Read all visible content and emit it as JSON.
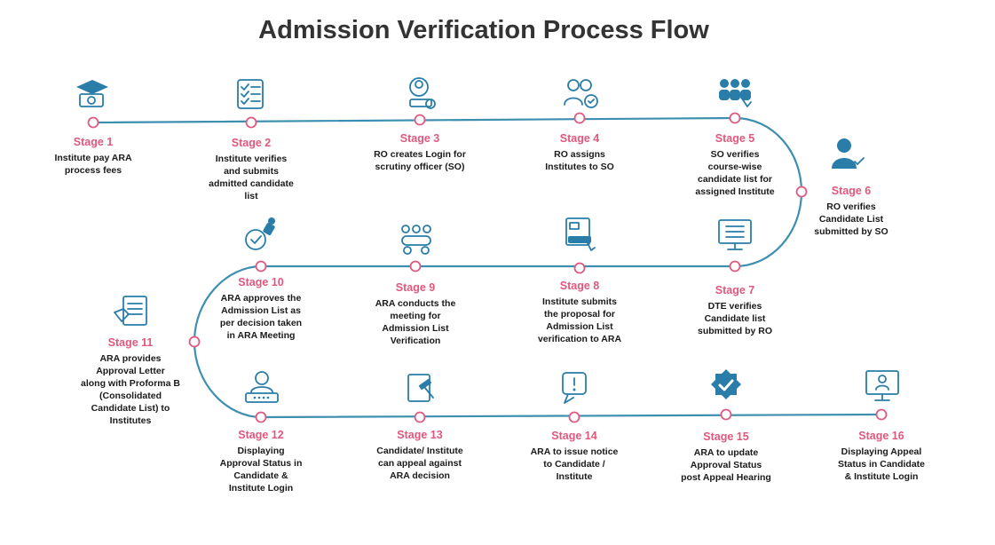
{
  "title": "Admission Verification Process Flow",
  "colors": {
    "path": "#3d8fb0",
    "node": "#e05a80",
    "stage_label": "#e0587e",
    "icon": "#2a7da8",
    "text": "#1a1a1a"
  },
  "stages": [
    {
      "label": "Stage 1",
      "text": "Institute pay ARA\nprocess fees",
      "icon": "graduation-cap-money-icon"
    },
    {
      "label": "Stage 2",
      "text": "Institute verifies\nand submits\nadmitted candidate\nlist",
      "icon": "checklist-icon"
    },
    {
      "label": "Stage 3",
      "text": "RO creates Login for\nscrutiny officer (SO)",
      "icon": "user-login-icon"
    },
    {
      "label": "Stage 4",
      "text": "RO assigns\nInstitutes to SO",
      "icon": "users-assign-icon"
    },
    {
      "label": "Stage 5",
      "text": "SO verifies\ncourse-wise\ncandidate list for\nassigned Institute",
      "icon": "team-pointer-icon"
    },
    {
      "label": "Stage 6",
      "text": "RO verifies\nCandidate List\nsubmitted by SO",
      "icon": "user-check-icon"
    },
    {
      "label": "Stage 7",
      "text": "DTE verifies\nCandidate list\nsubmitted by RO",
      "icon": "monitor-list-icon"
    },
    {
      "label": "Stage 8",
      "text": "Institute submits\nthe proposal for\nAdmission List\nverification to ARA",
      "icon": "submit-form-icon"
    },
    {
      "label": "Stage 9",
      "text": "ARA conducts the\nmeeting for\nAdmission List\nVerification",
      "icon": "meeting-icon"
    },
    {
      "label": "Stage 10",
      "text": "ARA approves the\nAdmission List as\nper decision taken\nin ARA Meeting",
      "icon": "approval-stamp-icon"
    },
    {
      "label": "Stage 11",
      "text": "ARA provides\nApproval Letter\nalong with Proforma B\n(Consolidated\nCandidate List) to\nInstitutes",
      "icon": "approval-letter-icon"
    },
    {
      "label": "Stage 12",
      "text": "Displaying\nApproval Status in\nCandidate &\nInstitute Login",
      "icon": "user-password-icon"
    },
    {
      "label": "Stage 13",
      "text": "Candidate/ Institute\ncan appeal against\nARA decision",
      "icon": "appeal-gavel-icon"
    },
    {
      "label": "Stage 14",
      "text": "ARA to issue notice\nto Candidate /\nInstitute",
      "icon": "notice-icon"
    },
    {
      "label": "Stage 15",
      "text": "ARA to update\nApproval Status\npost Appeal Hearing",
      "icon": "verified-badge-icon"
    },
    {
      "label": "Stage 16",
      "text": "Displaying Appeal\nStatus in Candidate\n& Institute Login",
      "icon": "monitor-user-icon"
    }
  ]
}
